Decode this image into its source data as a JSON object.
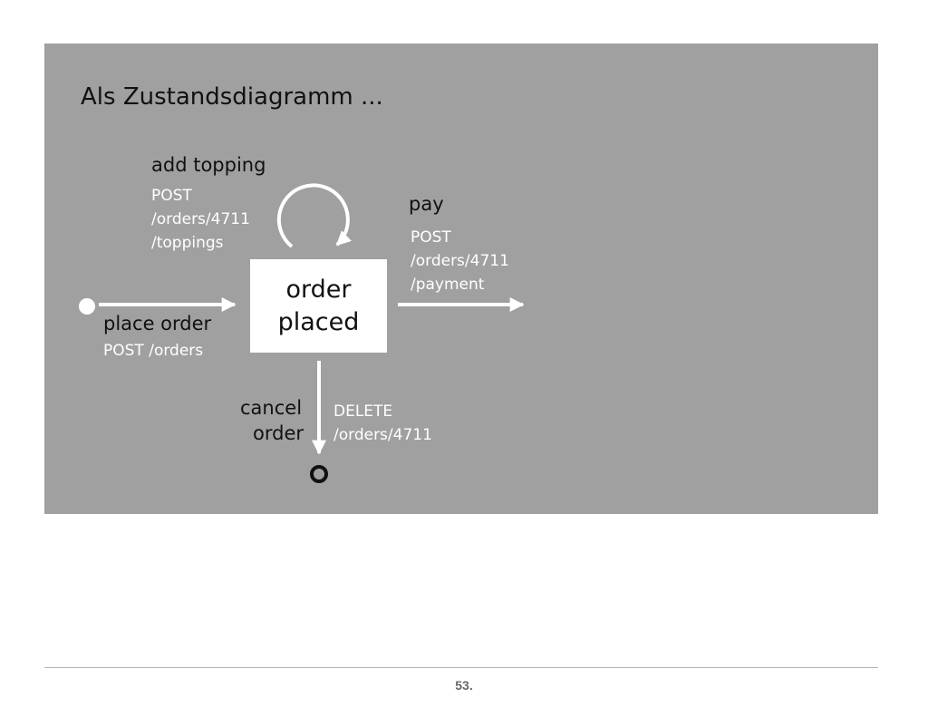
{
  "slide": {
    "title": "Als Zustandsdiagramm ..."
  },
  "diagram": {
    "state": {
      "line1": "order",
      "line2": "placed"
    },
    "add_topping": {
      "label": "add topping",
      "request": [
        "POST",
        "/orders/4711",
        "/toppings"
      ]
    },
    "pay": {
      "label": "pay",
      "request": [
        "POST",
        "/orders/4711",
        "/payment"
      ]
    },
    "place_order": {
      "label": "place order",
      "request": "POST /orders"
    },
    "cancel_order": {
      "label_line1": "cancel",
      "label_line2": "order",
      "request": [
        "DELETE",
        "/orders/4711"
      ]
    }
  },
  "colors": {
    "slide_background": "#a0a0a0",
    "arrow": "#ffffff",
    "state_box": "#ffffff",
    "text_dark": "#111111"
  },
  "footer": {
    "page_number": "53."
  }
}
